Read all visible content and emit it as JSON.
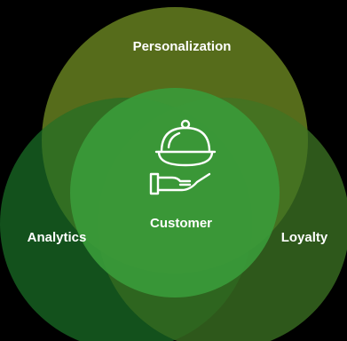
{
  "diagram": {
    "type": "venn",
    "circles": [
      {
        "key": "personalization",
        "label": "Personalization",
        "color": "#4f5a14"
      },
      {
        "key": "analytics",
        "label": "Analytics",
        "color": "#0f4f1c"
      },
      {
        "key": "loyalty",
        "label": "Loyalty",
        "color": "#2f5a1c"
      }
    ],
    "center": {
      "label": "Customer",
      "color": "#3a9b3a",
      "icon": "cloche-hand-icon"
    }
  }
}
